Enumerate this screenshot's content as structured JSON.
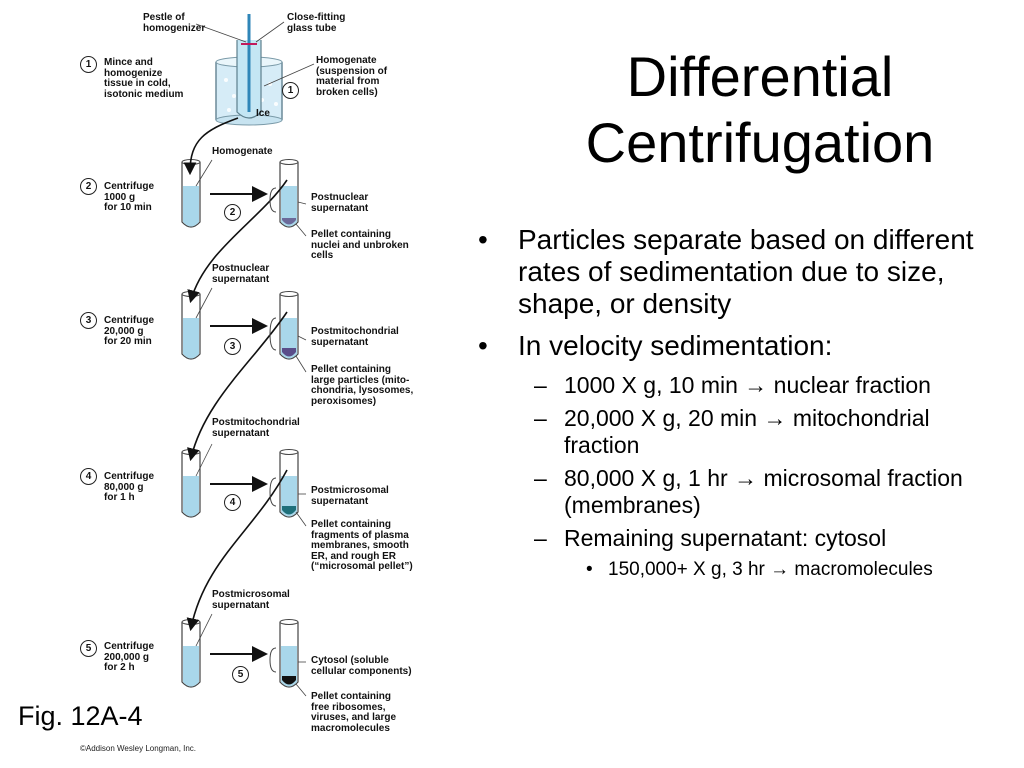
{
  "title": {
    "line1": "Differential",
    "line2": "Centrifugation"
  },
  "bullets": [
    {
      "marker": "•",
      "text": "Particles separate based on different rates of sedimentation due to size, shape, or density"
    },
    {
      "marker": "•",
      "text": "In velocity sedimentation:",
      "sub": [
        {
          "marker": "–",
          "text": "1000 X g, 10 min → nuclear fraction"
        },
        {
          "marker": "–",
          "text": "20,000 X g, 20 min → mitochondrial fraction"
        },
        {
          "marker": "–",
          "text": "80,000 X g, 1 hr → microsomal fraction (membranes)"
        },
        {
          "marker": "–",
          "text": "Remaining supernatant: cytosol",
          "sub": [
            {
              "marker": "•",
              "text": "150,000+ X g, 3 hr → macromolecules"
            }
          ]
        }
      ]
    }
  ],
  "figure_caption": "Fig. 12A-4",
  "copyright": "©Addison Wesley Longman, Inc.",
  "diagram": {
    "homogenizer": {
      "pestle_label": "Pestle of\nhomogenizer",
      "tube_label": "Close-fitting\nglass tube",
      "homogenate_label": "Homogenate\n(suspension of\nmaterial from\nbroken cells)",
      "ice_label": "Ice",
      "step_number": "1"
    },
    "steps": [
      {
        "number": "1",
        "label": "Mince and\nhomogenize\ntissue in cold,\nisotonic medium"
      },
      {
        "number": "2",
        "label": "Centrifuge\n1000 g\nfor 10 min",
        "input_label": "Homogenate",
        "supernatant_label": "Postnuclear\nsupernatant",
        "pellet_label": "Pellet containing\nnuclei and unbroken\ncells"
      },
      {
        "number": "3",
        "label": "Centrifuge\n20,000 g\nfor 20 min",
        "input_label": "Postnuclear\nsupernatant",
        "supernatant_label": "Postmitochondrial\nsupernatant",
        "pellet_label": "Pellet containing\nlarge particles (mito-\nchondria, lysosomes,\nperoxisomes)"
      },
      {
        "number": "4",
        "label": "Centrifuge\n80,000 g\nfor 1 h",
        "input_label": "Postmitochondrial\nsupernatant",
        "supernatant_label": "Postmicrosomal\nsupernatant",
        "pellet_label": "Pellet containing\nfragments of plasma\nmembranes, smooth\nER, and rough ER\n(“microsomal pellet”)"
      },
      {
        "number": "5",
        "label": "Centrifuge\n200,000 g\nfor 2 h",
        "input_label": "Postmicrosomal\nsupernatant",
        "supernatant_label": "Cytosol (soluble\ncellular components)",
        "pellet_label": "Pellet containing\nfree ribosomes,\nviruses, and large\nmacromolecules"
      }
    ]
  },
  "colors": {
    "liquid": "#a9d7ea",
    "pellet_nuclear": "#6b6a9a",
    "pellet_mito": "#5a4e8a",
    "pellet_micro": "#1e6f7a",
    "pellet_ribo": "#111111",
    "pestle_accent": "#c2185b"
  }
}
